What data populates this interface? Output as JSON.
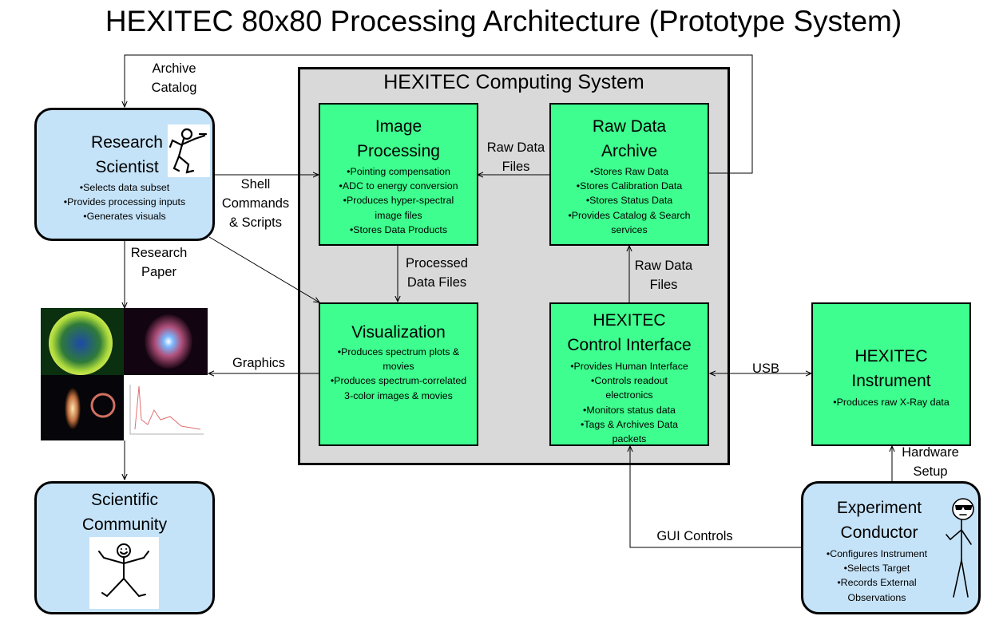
{
  "title": "HEXITEC 80x80 Processing Architecture (Prototype System)",
  "system": {
    "title": "HEXITEC Computing System",
    "fill": "#d9d9d9"
  },
  "boxes": {
    "image_processing": {
      "title": [
        "Image",
        "Processing"
      ],
      "items": [
        "•Pointing compensation",
        "•ADC to energy conversion",
        "•Produces hyper-spectral image files",
        "•Stores Data Products"
      ]
    },
    "raw_data_archive": {
      "title": [
        "Raw Data",
        "Archive"
      ],
      "items": [
        "•Stores Raw  Data",
        "•Stores Calibration  Data",
        "•Stores Status Data",
        "•Provides Catalog & Search services"
      ]
    },
    "visualization": {
      "title": [
        "Visualization"
      ],
      "items": [
        "•Produces spectrum plots & movies",
        "•Produces spectrum-correlated 3-color images & movies"
      ]
    },
    "control_interface": {
      "title": [
        "HEXITEC",
        "Control Interface"
      ],
      "items": [
        "•Provides Human Interface",
        "•Controls readout electronics",
        "•Monitors status data",
        "•Tags & Archives Data packets"
      ]
    },
    "instrument": {
      "title": [
        "HEXITEC",
        "Instrument"
      ],
      "items": [
        "•Produces raw X-Ray data"
      ]
    }
  },
  "actors": {
    "research_scientist": {
      "title": [
        "Research",
        "Scientist"
      ],
      "items": [
        "•Selects data subset",
        "•Provides processing inputs",
        "•Generates visuals"
      ]
    },
    "scientific_community": {
      "title": [
        "Scientific",
        "Community"
      ]
    },
    "experiment_conductor": {
      "title": [
        "Experiment",
        "Conductor"
      ],
      "items": [
        "•Configures Instrument",
        "•Selects Target",
        "•Records External Observations"
      ]
    }
  },
  "labels": {
    "archive_catalog": [
      "Archive",
      "Catalog"
    ],
    "shell_commands": [
      "Shell",
      "Commands",
      "& Scripts"
    ],
    "raw_data_files_top": [
      "Raw Data",
      "Files"
    ],
    "processed_data_files": [
      "Processed",
      "Data  Files"
    ],
    "raw_data_files_mid": [
      "Raw Data",
      "Files"
    ],
    "research_paper": [
      "Research",
      "Paper"
    ],
    "graphics": "Graphics",
    "usb": "USB",
    "hardware_setup": [
      "Hardware",
      "Setup"
    ],
    "gui_controls": "GUI Controls"
  },
  "icons": {
    "scientist": "stick-figure-pointing-icon",
    "community": "stick-figure-smiling-icon",
    "conductor": "stick-figure-sunglasses-icon",
    "collage": "science-images-collage"
  },
  "colors": {
    "green_box": "#3dfe8e",
    "blue_box": "#c5e3f8",
    "frame": "#000000"
  }
}
